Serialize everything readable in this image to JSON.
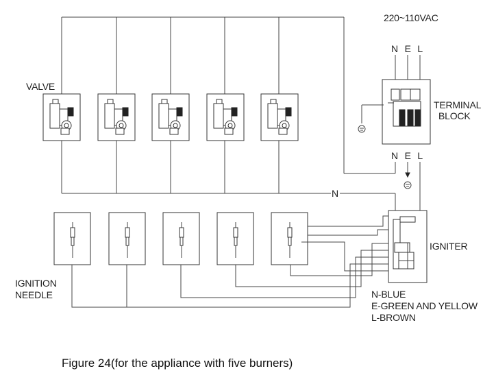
{
  "labels": {
    "supply": "220~110VAC",
    "nel_top": "N E L",
    "nel_bottom": "N E L",
    "valve": "VALVE",
    "terminal_line1": "TERMINAL",
    "terminal_line2": "BLOCK",
    "neutral": "N",
    "igniter": "IGNITER",
    "needle_line1": "IGNITION",
    "needle_line2": "NEEDLE",
    "legend_n": "N-BLUE",
    "legend_e": "E-GREEN AND YELLOW",
    "legend_l": "L-BROWN"
  },
  "caption": "Figure 24(for the appliance with five burners)",
  "colors": {
    "line": "#444444",
    "text": "#222222"
  },
  "burner_count": 5
}
